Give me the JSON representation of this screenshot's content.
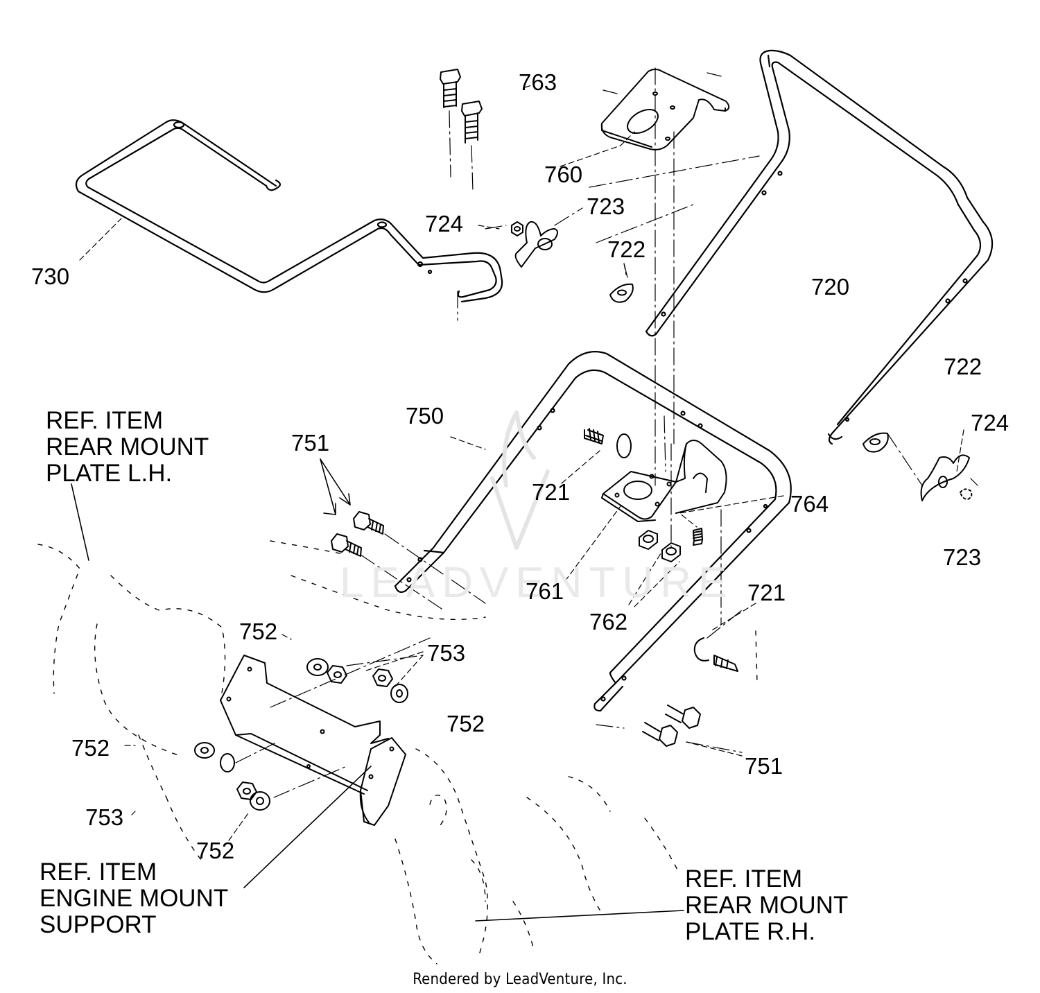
{
  "part_labels": [
    {
      "id": "p763",
      "text": "763"
    },
    {
      "id": "p760",
      "text": "760"
    },
    {
      "id": "p723a",
      "text": "723"
    },
    {
      "id": "p724a",
      "text": "724"
    },
    {
      "id": "p722a",
      "text": "722"
    },
    {
      "id": "p730",
      "text": "730"
    },
    {
      "id": "p720",
      "text": "720"
    },
    {
      "id": "p722b",
      "text": "722"
    },
    {
      "id": "p724b",
      "text": "724"
    },
    {
      "id": "p750",
      "text": "750"
    },
    {
      "id": "p751a",
      "text": "751"
    },
    {
      "id": "p721a",
      "text": "721"
    },
    {
      "id": "p764",
      "text": "764"
    },
    {
      "id": "p723b",
      "text": "723"
    },
    {
      "id": "p761",
      "text": "761"
    },
    {
      "id": "p721b",
      "text": "721"
    },
    {
      "id": "p762",
      "text": "762"
    },
    {
      "id": "p752a",
      "text": "752"
    },
    {
      "id": "p753a",
      "text": "753"
    },
    {
      "id": "p752b",
      "text": "752"
    },
    {
      "id": "p752c",
      "text": "752"
    },
    {
      "id": "p751b",
      "text": "751"
    },
    {
      "id": "p753b",
      "text": "753"
    },
    {
      "id": "p752d",
      "text": "752"
    }
  ],
  "references": {
    "rear_mount_lh": [
      "REF. ITEM",
      "REAR MOUNT",
      "PLATE L.H."
    ],
    "engine_mount": [
      "REF. ITEM",
      "ENGINE MOUNT",
      "SUPPORT"
    ],
    "rear_mount_rh": [
      "REF. ITEM",
      "REAR MOUNT",
      "PLATE R.H."
    ]
  },
  "watermark": "LEADVENTURE",
  "footer": "Rendered by LeadVenture, Inc."
}
